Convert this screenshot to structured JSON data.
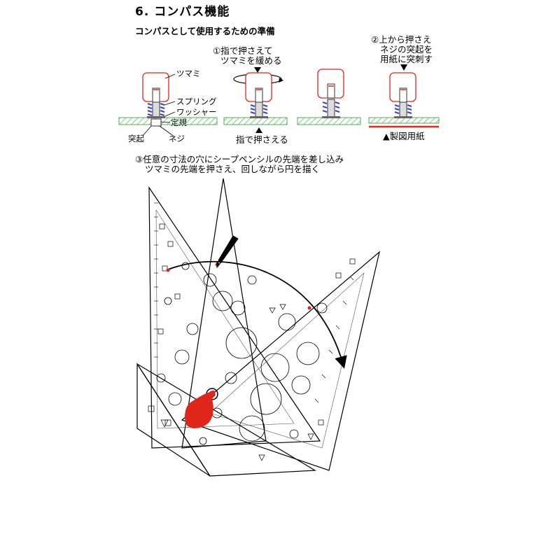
{
  "section": {
    "title": "6.  コンパス機能",
    "subtitle": "コンパスとして使用するための準備"
  },
  "parts": {
    "knob": "ツマミ",
    "spring": "スプリング",
    "washer": "ワッシャー",
    "ruler": "定規",
    "protrusion": "突起",
    "screw": "ネジ"
  },
  "steps": {
    "step1_line1": "①指で押さえて",
    "step1_line2": "ツマミを緩める",
    "step1_bottom": "指で押さえる",
    "step2_line1": "②上から押さえ",
    "step2_line2": "ネジの突起を",
    "step2_line3": "用紙に突刺す",
    "step2_bottom": "製図用紙",
    "step3_line1": "③任意の寸法の穴にシープペンシルの先端を差し込み",
    "step3_line2": "ツマミの先端を押さえ、回しながら円を描く"
  },
  "icons": {
    "down_arrow": "▲",
    "up_arrow": "▲"
  },
  "colors": {
    "accent_red": "#e0261b",
    "spring_blue": "#3a46c8",
    "ground_green": "#4caf50",
    "pencil": "#000000"
  }
}
